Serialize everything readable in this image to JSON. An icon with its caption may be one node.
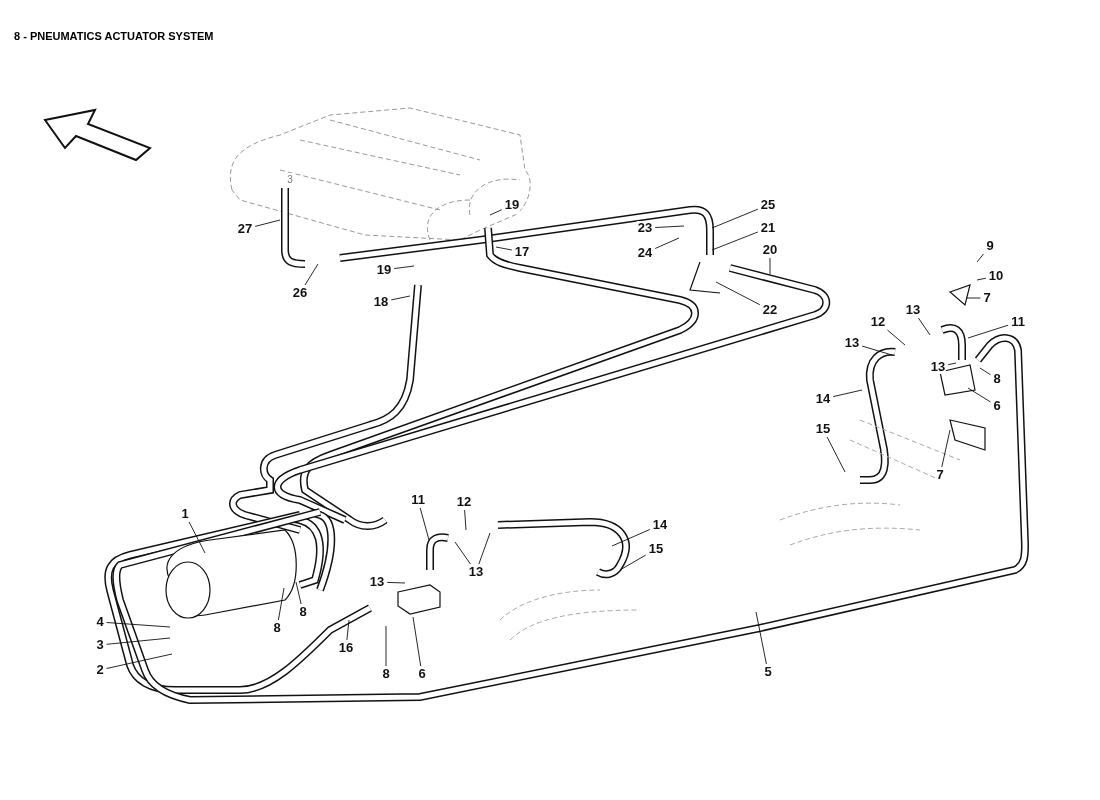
{
  "diagram": {
    "title": "8 - PNEUMATICS ACTUATOR SYSTEM",
    "nodes": [
      {
        "text": [
          "27"
        ]
      },
      {
        "text": [
          "26"
        ]
      },
      {
        "text": [
          "19"
        ]
      },
      {
        "text": [
          "17"
        ]
      },
      {
        "text": [
          "19"
        ]
      },
      {
        "text": [
          "18"
        ]
      },
      {
        "text": [
          "25"
        ]
      },
      {
        "text": [
          "23"
        ]
      },
      {
        "text": [
          "21"
        ]
      },
      {
        "text": [
          "24"
        ]
      },
      {
        "text": [
          "20"
        ]
      },
      {
        "text": [
          "22"
        ]
      },
      {
        "text": [
          "9"
        ]
      },
      {
        "text": [
          "10"
        ]
      },
      {
        "text": [
          "7"
        ]
      },
      {
        "text": [
          "13"
        ]
      },
      {
        "text": [
          "12"
        ]
      },
      {
        "text": [
          "11"
        ]
      },
      {
        "text": [
          "13"
        ]
      },
      {
        "text": [
          "13"
        ]
      },
      {
        "text": [
          "8"
        ]
      },
      {
        "text": [
          "14"
        ]
      },
      {
        "text": [
          "6"
        ]
      },
      {
        "text": [
          "15"
        ]
      },
      {
        "text": [
          "7"
        ]
      },
      {
        "text": [
          "1"
        ]
      },
      {
        "text": [
          "11"
        ]
      },
      {
        "text": [
          "12"
        ]
      },
      {
        "text": [
          "14"
        ]
      },
      {
        "text": [
          "15"
        ]
      },
      {
        "text": [
          "13"
        ]
      },
      {
        "text": [
          "13"
        ]
      },
      {
        "text": [
          "8"
        ]
      },
      {
        "text": [
          "8"
        ]
      },
      {
        "text": [
          "4"
        ]
      },
      {
        "text": [
          "3"
        ]
      },
      {
        "text": [
          "2"
        ]
      },
      {
        "text": [
          "16"
        ]
      },
      {
        "text": [
          "8"
        ]
      },
      {
        "text": [
          "6"
        ]
      },
      {
        "text": [
          "5"
        ]
      }
    ],
    "edges": [
      {
        "from": 0,
        "to": null,
        "arrow": "none"
      },
      {
        "from": 1,
        "to": null,
        "arrow": "none"
      },
      {
        "from": 2,
        "to": null,
        "arrow": "none"
      },
      {
        "from": 3,
        "to": null,
        "arrow": "none"
      },
      {
        "from": 4,
        "to": null,
        "arrow": "none"
      },
      {
        "from": 5,
        "to": null,
        "arrow": "none"
      },
      {
        "from": 6,
        "to": null,
        "arrow": "none"
      },
      {
        "from": 7,
        "to": null,
        "arrow": "none"
      },
      {
        "from": 8,
        "to": null,
        "arrow": "none"
      },
      {
        "from": 9,
        "to": null,
        "arrow": "none"
      },
      {
        "from": 10,
        "to": null,
        "arrow": "none"
      },
      {
        "from": 11,
        "to": null,
        "arrow": "none"
      },
      {
        "from": 12,
        "to": null,
        "arrow": "none"
      },
      {
        "from": 13,
        "to": null,
        "arrow": "none"
      },
      {
        "from": 14,
        "to": null,
        "arrow": "none"
      },
      {
        "from": 15,
        "to": null,
        "arrow": "none"
      },
      {
        "from": 16,
        "to": null,
        "arrow": "none"
      },
      {
        "from": 17,
        "to": null,
        "arrow": "none"
      },
      {
        "from": 18,
        "to": null,
        "arrow": "none"
      },
      {
        "from": 19,
        "to": null,
        "arrow": "none"
      },
      {
        "from": 20,
        "to": null,
        "arrow": "none"
      },
      {
        "from": 21,
        "to": null,
        "arrow": "none"
      },
      {
        "from": 22,
        "to": null,
        "arrow": "none"
      },
      {
        "from": 23,
        "to": null,
        "arrow": "none"
      },
      {
        "from": 24,
        "to": null,
        "arrow": "none"
      },
      {
        "from": 25,
        "to": null,
        "arrow": "none"
      },
      {
        "from": 26,
        "to": null,
        "arrow": "none"
      },
      {
        "from": 27,
        "to": null,
        "arrow": "none"
      },
      {
        "from": 28,
        "to": null,
        "arrow": "none"
      },
      {
        "from": 29,
        "to": null,
        "arrow": "none"
      },
      {
        "from": 30,
        "to": null,
        "arrow": "none"
      },
      {
        "from": 30,
        "to": null,
        "arrow": "none"
      },
      {
        "from": 31,
        "to": null,
        "arrow": "none"
      },
      {
        "from": 32,
        "to": null,
        "arrow": "none"
      },
      {
        "from": 33,
        "to": null,
        "arrow": "none"
      },
      {
        "from": 34,
        "to": null,
        "arrow": "none"
      },
      {
        "from": 35,
        "to": null,
        "arrow": "none"
      },
      {
        "from": 36,
        "to": null,
        "arrow": "none"
      },
      {
        "from": 37,
        "to": null,
        "arrow": "none"
      },
      {
        "from": 38,
        "to": null,
        "arrow": "none"
      },
      {
        "from": 39,
        "to": null,
        "arrow": "none"
      },
      {
        "from": 40,
        "to": null,
        "arrow": "none"
      }
    ],
    "labels": [
      "3"
    ]
  }
}
